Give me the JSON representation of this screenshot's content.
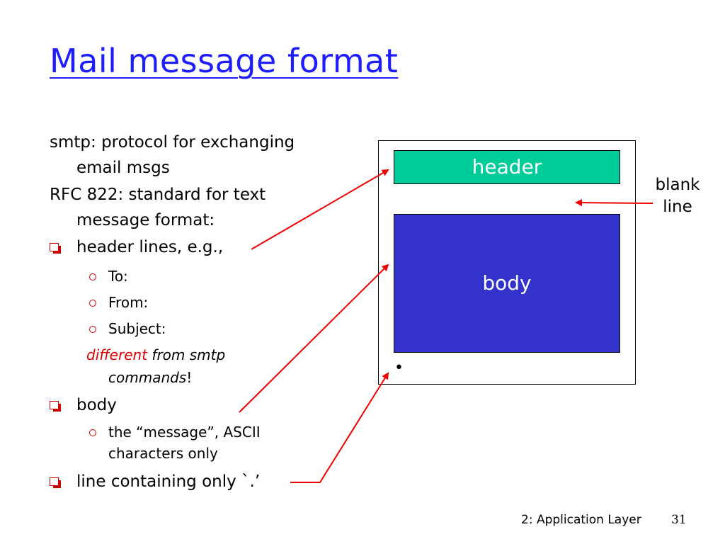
{
  "title": "Mail message format",
  "left": {
    "smtp_line1": "smtp: protocol for exchanging",
    "smtp_line2": "email msgs",
    "rfc_line1": "RFC 822: standard for text",
    "rfc_line2": "message format:",
    "header_lines": "header lines, e.g.,",
    "to": "To:",
    "from": "From:",
    "subject": "Subject:",
    "different": "different",
    "from_smtp": " from smtp",
    "commands": "commands",
    "excl": "!",
    "body": "body",
    "message_line1": "the “message”, ASCII",
    "message_line2": "characters only",
    "line_containing": "line containing only `.’"
  },
  "diagram": {
    "header_label": "header",
    "body_label": "body",
    "dot": "•",
    "blank_line1": "blank",
    "blank_line2": "line",
    "header_color": "#00cc99",
    "body_color": "#3333cc",
    "arrow_color": "#ee0000"
  },
  "footer": {
    "chapter": "2: Application Layer",
    "page": "31"
  }
}
